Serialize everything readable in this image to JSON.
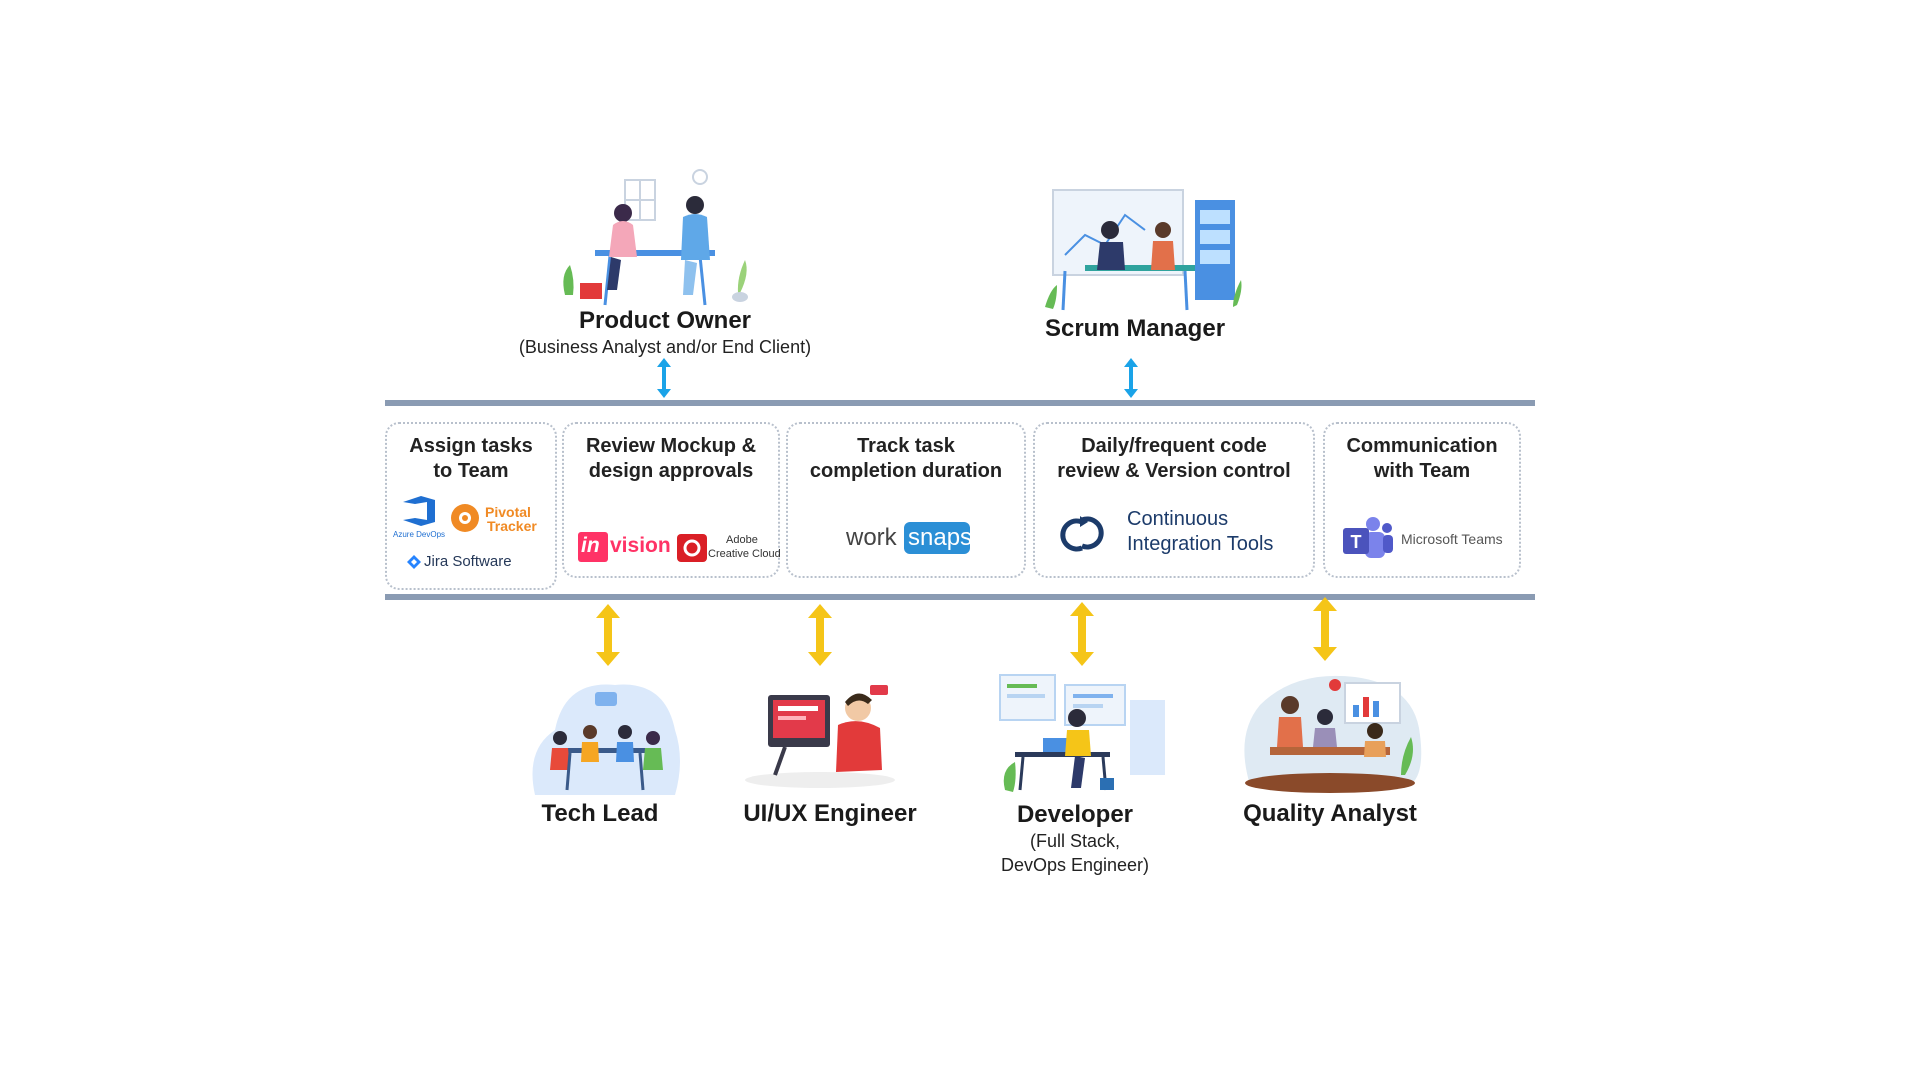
{
  "top_roles": {
    "product_owner": {
      "title": "Product Owner",
      "subtitle": "(Business Analyst and/or End Client)"
    },
    "scrum_manager": {
      "title": "Scrum Manager"
    }
  },
  "activities": [
    {
      "title_line1": "Assign tasks",
      "title_line2": "to Team",
      "logos": [
        "Azure DevOps",
        "Pivotal",
        "Tracker",
        "Jira Software"
      ]
    },
    {
      "title_line1": "Review Mockup &",
      "title_line2": "design approvals",
      "logos": [
        "in",
        "vision",
        "Adobe",
        "Creative Cloud"
      ]
    },
    {
      "title_line1": "Track task",
      "title_line2": "completion duration",
      "logos": [
        "work",
        "snaps"
      ]
    },
    {
      "title_line1": "Daily/frequent code",
      "title_line2": "review & Version control",
      "logos": [
        "Continuous",
        "Integration Tools"
      ]
    },
    {
      "title_line1": "Communication",
      "title_line2": "with Team",
      "logos": [
        "Microsoft Teams"
      ]
    }
  ],
  "bottom_roles": [
    {
      "title": "Tech Lead"
    },
    {
      "title": "UI/UX Engineer"
    },
    {
      "title": "Developer",
      "subtitle_line1": "(Full Stack,",
      "subtitle_line2": "DevOps Engineer)"
    },
    {
      "title": "Quality Analyst"
    }
  ],
  "colors": {
    "bar": "#8a9bb3",
    "top_arrow": "#1aa3e8",
    "bottom_arrow": "#f5c518",
    "card_border": "#b8c0cc"
  }
}
